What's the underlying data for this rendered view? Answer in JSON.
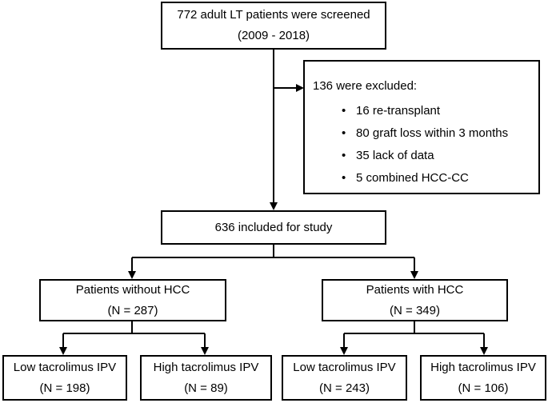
{
  "screened": {
    "line1": "772 adult LT patients were screened",
    "line2": "(2009 - 2018)"
  },
  "excluded": {
    "title": "136 were excluded:",
    "items": [
      "16 re-transplant",
      "80 graft loss within 3 months",
      "35 lack of data",
      "5 combined HCC-CC"
    ]
  },
  "included": {
    "label": "636 included for study"
  },
  "no_hcc": {
    "line1": "Patients without HCC",
    "line2": "(N = 287)"
  },
  "hcc": {
    "line1": "Patients with HCC",
    "line2": "(N = 349)"
  },
  "groups": [
    {
      "line1": "Low tacrolimus IPV",
      "line2": "(N = 198)"
    },
    {
      "line1": "High tacrolimus IPV",
      "line2": "(N = 89)"
    },
    {
      "line1": "Low tacrolimus IPV",
      "line2": "(N = 243)"
    },
    {
      "line1": "High tacrolimus IPV",
      "line2": "(N = 106)"
    }
  ],
  "bullet_symbol": "•"
}
